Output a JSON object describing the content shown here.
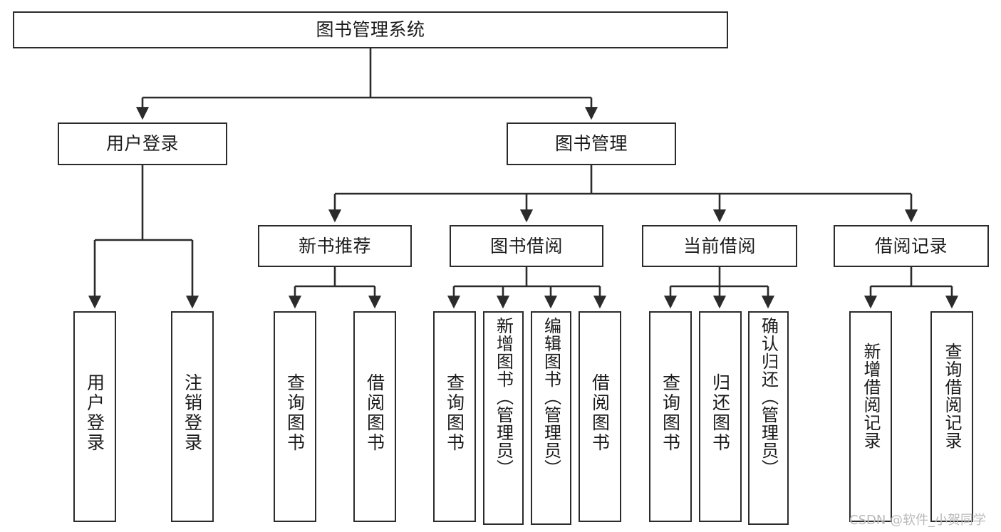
{
  "diagram": {
    "type": "tree-hierarchy",
    "title": "图书管理系统",
    "orientation": "top-down",
    "colors": {
      "box_stroke": "#2b2b2b",
      "box_fill": "#ffffff",
      "edge_stroke": "#2b2b2b",
      "text": "#1a1a1a",
      "watermark": "#b9b9b9",
      "background": "#ffffff"
    },
    "nodes": {
      "root": {
        "label": "图书管理系统"
      },
      "level2": [
        {
          "id": "user-login",
          "label": "用户登录"
        },
        {
          "id": "book-manage",
          "label": "图书管理"
        }
      ],
      "level3": [
        {
          "id": "new-book-recommend",
          "label": "新书推荐"
        },
        {
          "id": "book-borrow",
          "label": "图书借阅"
        },
        {
          "id": "current-borrow",
          "label": "当前借阅"
        },
        {
          "id": "borrow-record",
          "label": "借阅记录"
        }
      ],
      "leaves": [
        {
          "id": "leaf-user-login",
          "label": "用户登录",
          "parent": "user-login"
        },
        {
          "id": "leaf-logout-login",
          "label": "注销登录",
          "parent": "user-login"
        },
        {
          "id": "leaf-query-book-1",
          "label": "查询图书",
          "parent": "new-book-recommend"
        },
        {
          "id": "leaf-borrow-book-1",
          "label": "借阅图书",
          "parent": "new-book-recommend"
        },
        {
          "id": "leaf-query-book-2",
          "label": "查询图书",
          "parent": "book-borrow"
        },
        {
          "id": "leaf-add-book",
          "label": "新增图书（管理员）",
          "parent": "book-borrow"
        },
        {
          "id": "leaf-edit-book",
          "label": "编辑图书（管理员）",
          "parent": "book-borrow"
        },
        {
          "id": "leaf-borrow-book-2",
          "label": "借阅图书",
          "parent": "book-borrow"
        },
        {
          "id": "leaf-query-book-3",
          "label": "查询图书",
          "parent": "current-borrow"
        },
        {
          "id": "leaf-return-book",
          "label": "归还图书",
          "parent": "current-borrow"
        },
        {
          "id": "leaf-confirm-return",
          "label": "确认归还（管理员）",
          "parent": "current-borrow"
        },
        {
          "id": "leaf-add-record",
          "label": "新增借阅记录",
          "parent": "borrow-record"
        },
        {
          "id": "leaf-query-record",
          "label": "查询借阅记录",
          "parent": "borrow-record"
        }
      ]
    },
    "watermark": "CSDN @软件_小贺同学"
  }
}
